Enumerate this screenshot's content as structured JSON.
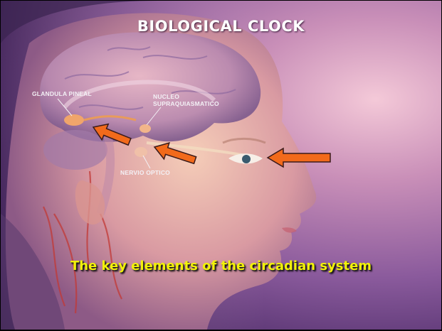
{
  "slide": {
    "title": "BIOLOGICAL CLOCK",
    "caption": "The key elements of the circadian system"
  },
  "labels": {
    "pineal": "GLANDULA PINEAL",
    "scn_line1": "NUCLEO",
    "scn_line2": "SUPRAQUIASMATICO",
    "optic": "NERVIO OPTICO"
  },
  "colors": {
    "arrow": "#f26a1b",
    "caption": "#f2f20a",
    "title": "#ffffff"
  },
  "icons": [
    "arrow-left-icon"
  ]
}
